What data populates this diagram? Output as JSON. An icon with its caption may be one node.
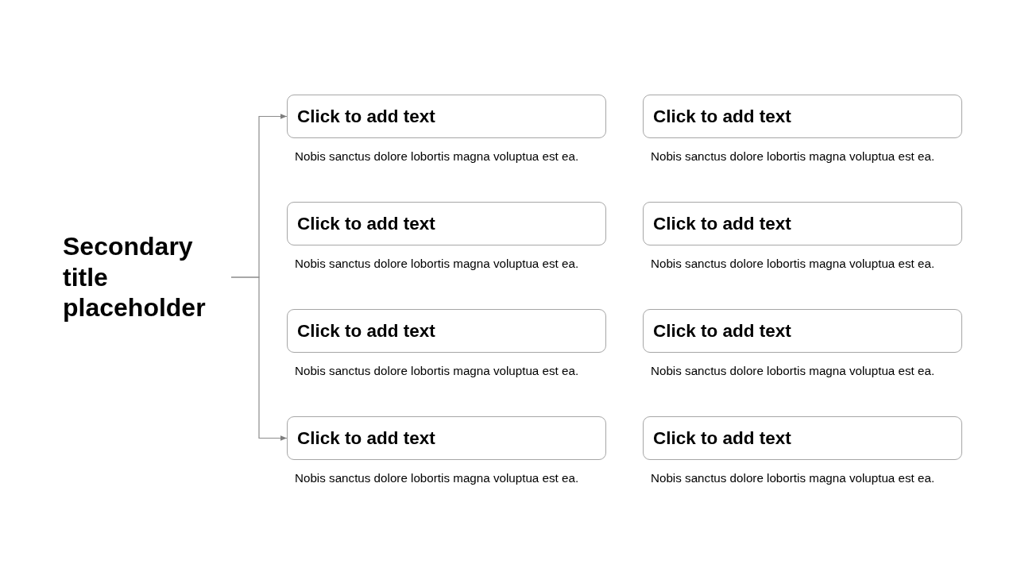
{
  "diagram": {
    "nodes": [
      {
        "text": [
          "Secondary title placeholder"
        ]
      },
      {
        "text": [
          "Click to add text"
        ],
        "beside": [
          "Nobis sanctus dolore lobortis magna voluptua est ea."
        ]
      },
      {
        "text": [
          "Click to add text"
        ],
        "beside": [
          "Nobis sanctus dolore lobortis magna voluptua est ea."
        ]
      },
      {
        "text": [
          "Click to add text"
        ],
        "beside": [
          "Nobis sanctus dolore lobortis magna voluptua est ea."
        ]
      },
      {
        "text": [
          "Click to add text"
        ],
        "beside": [
          "Nobis sanctus dolore lobortis magna voluptua est ea."
        ]
      },
      {
        "text": [
          "Click to add text"
        ],
        "beside": [
          "Nobis sanctus dolore lobortis magna voluptua est ea."
        ]
      },
      {
        "text": [
          "Click to add text"
        ],
        "beside": [
          "Nobis sanctus dolore lobortis magna voluptua est ea."
        ]
      },
      {
        "text": [
          "Click to add text"
        ],
        "beside": [
          "Nobis sanctus dolore lobortis magna voluptua est ea."
        ]
      },
      {
        "text": [
          "Click to add text"
        ],
        "beside": [
          "Nobis sanctus dolore lobortis magna voluptua est ea."
        ]
      }
    ],
    "edges": [
      {
        "from": 0,
        "to": 1,
        "arrow": "to"
      },
      {
        "from": 0,
        "to": 7,
        "arrow": "to"
      }
    ]
  }
}
